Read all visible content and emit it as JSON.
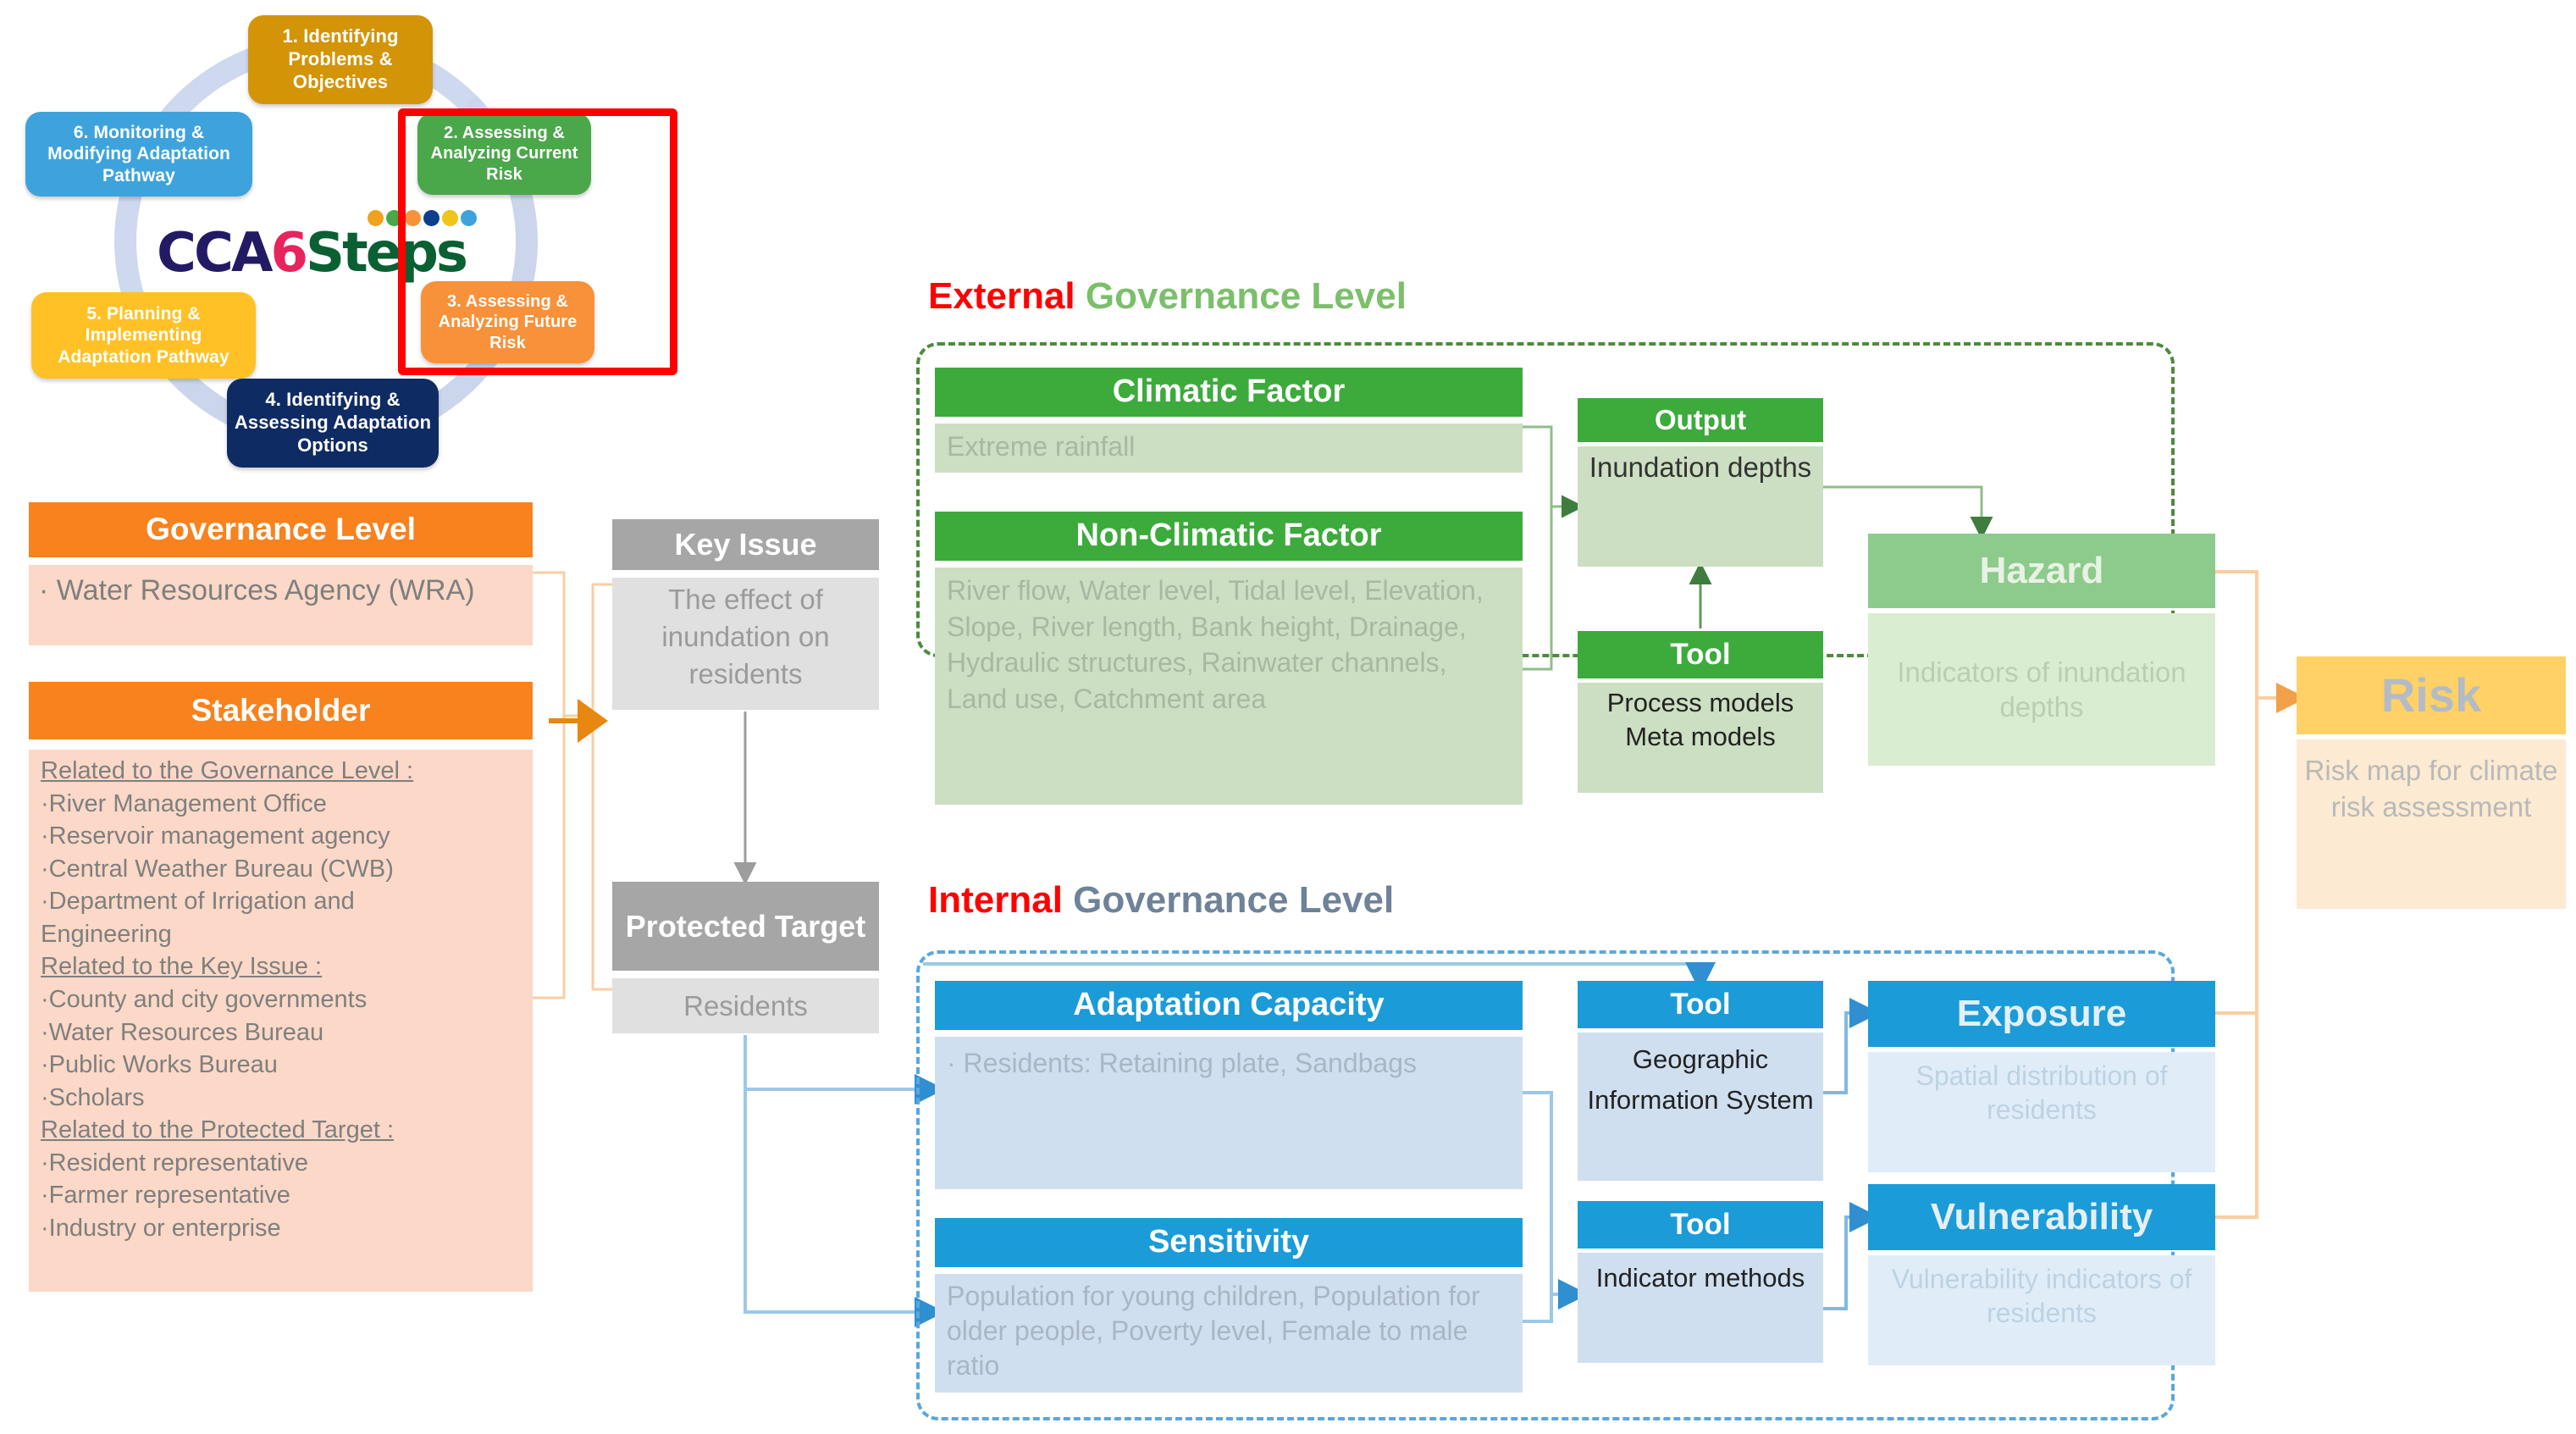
{
  "cycle": {
    "logo": {
      "part1": "CCA",
      "part2": "6",
      "part3": "Steps"
    },
    "dot_colors": [
      "#f0a21e",
      "#4aa74a",
      "#f7913a",
      "#0f3f8c",
      "#f0c419",
      "#3ea3dc"
    ],
    "steps": [
      {
        "id": "step1",
        "label": "1. Identifying Problems & Objectives",
        "color": "#d39408"
      },
      {
        "id": "step2",
        "label": "2. Assessing & Analyzing Current Risk",
        "color": "#4aa74a"
      },
      {
        "id": "step3",
        "label": "3. Assessing & Analyzing Future Risk",
        "color": "#f7913a"
      },
      {
        "id": "step4",
        "label": "4. Identifying & Assessing Adaptation Options",
        "color": "#0f2b63"
      },
      {
        "id": "step5",
        "label": "5. Planning & Implementing Adaptation Pathway",
        "color": "#ffc125"
      },
      {
        "id": "step6",
        "label": "6. Monitoring & Modifying Adaptation Pathway",
        "color": "#3ea3dc"
      }
    ],
    "highlight_color": "#ff0000"
  },
  "governance": {
    "header": "Governance Level",
    "body": "· Water Resources Agency (WRA)",
    "header_color": "#f7821e",
    "body_color": "#fbd8c7"
  },
  "stakeholder": {
    "header": "Stakeholder",
    "groups": [
      {
        "title": "Related to the Governance Level",
        "colon": " :",
        "items": [
          "·River Management Office",
          "·Reservoir management agency",
          "·Central Weather Bureau (CWB)",
          "·Department of Irrigation and",
          " Engineering"
        ]
      },
      {
        "title": "Related to the Key Issue",
        "colon": " :",
        "items": [
          "·County and city governments",
          "·Water Resources Bureau",
          "·Public Works Bureau",
          "·Scholars"
        ]
      },
      {
        "title": "Related to the Protected Target",
        "colon": " :",
        "items": [
          "·Resident representative",
          "·Farmer representative",
          "·Industry or enterprise"
        ]
      }
    ]
  },
  "key_issue": {
    "header": "Key Issue",
    "body": "The effect of inundation on residents"
  },
  "protected_target": {
    "header": "Protected Target",
    "body": "Residents"
  },
  "external": {
    "title_red": "External",
    "title_rest": " Governance Level",
    "title_red_color": "#ff0000",
    "title_rest_color": "#7bbf6a",
    "border_color": "#4e8a3c",
    "climatic_factor": {
      "header": "Climatic Factor",
      "body": "Extreme rainfall"
    },
    "non_climatic_factor": {
      "header": "Non-Climatic Factor",
      "body": "River flow, Water level, Tidal level, Elevation, Slope, River length, Bank height, Drainage, Hydraulic structures, Rainwater channels, Land use, Catchment area"
    },
    "output": {
      "header": "Output",
      "body": "Inundation depths"
    },
    "tool": {
      "header": "Tool",
      "body": "Process models Meta models"
    },
    "hazard": {
      "header": "Hazard",
      "body": "Indicators of inundation depths"
    }
  },
  "internal": {
    "title_red": "Internal",
    "title_rest": " Governance Level",
    "title_red_color": "#ff0000",
    "title_rest_color": "#6e8299",
    "border_color": "#5aa7dd",
    "adaptation_capacity": {
      "header": "Adaptation Capacity",
      "body": "·  Residents: Retaining plate, Sandbags"
    },
    "sensitivity": {
      "header": "Sensitivity",
      "body": "Population for young children, Population for older people, Poverty level, Female to male ratio"
    },
    "tool_gis": {
      "header": "Tool",
      "body": "Geographic Information System"
    },
    "tool_indicator": {
      "header": "Tool",
      "body": "Indicator methods"
    },
    "exposure": {
      "header": "Exposure",
      "body": "Spatial distribution of residents"
    },
    "vulnerability": {
      "header": "Vulnerability",
      "body": "Vulnerability indicators of residents"
    }
  },
  "risk": {
    "header": "Risk",
    "body": "Risk map for climate risk assessment",
    "header_color": "#ffd166",
    "body_color": "#fcead2"
  }
}
